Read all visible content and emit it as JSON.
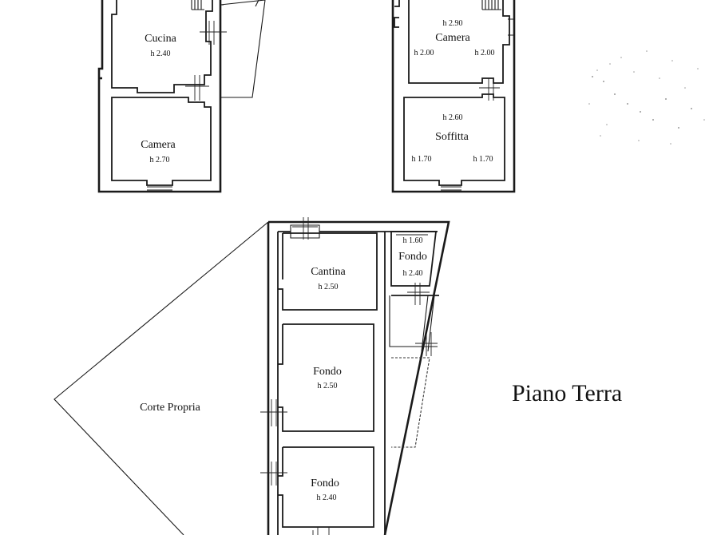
{
  "title": "Piano Terra",
  "upper_floor_left": {
    "cucina": {
      "name": "Cucina",
      "height": "h 2.40"
    },
    "camera": {
      "name": "Camera",
      "height": "h 2.70"
    }
  },
  "upper_floor_right": {
    "camera": {
      "name": "Camera",
      "height_center": "h 2.90",
      "height_left": "h 2.00",
      "height_right": "h 2.00"
    },
    "soffitta": {
      "name": "Soffitta",
      "height_center": "h 2.60",
      "height_left": "h 1.70",
      "height_right": "h 1.70"
    }
  },
  "ground_floor": {
    "cantina": {
      "name": "Cantina",
      "height": "h 2.50"
    },
    "fondo_small": {
      "name": "Fondo",
      "height_top": "h 1.60",
      "height_bottom": "h 2.40"
    },
    "fondo_middle": {
      "name": "Fondo",
      "height": "h 2.50"
    },
    "fondo_bottom": {
      "name": "Fondo",
      "height": "h 2.40"
    },
    "court": {
      "name": "Corte Propria"
    }
  }
}
